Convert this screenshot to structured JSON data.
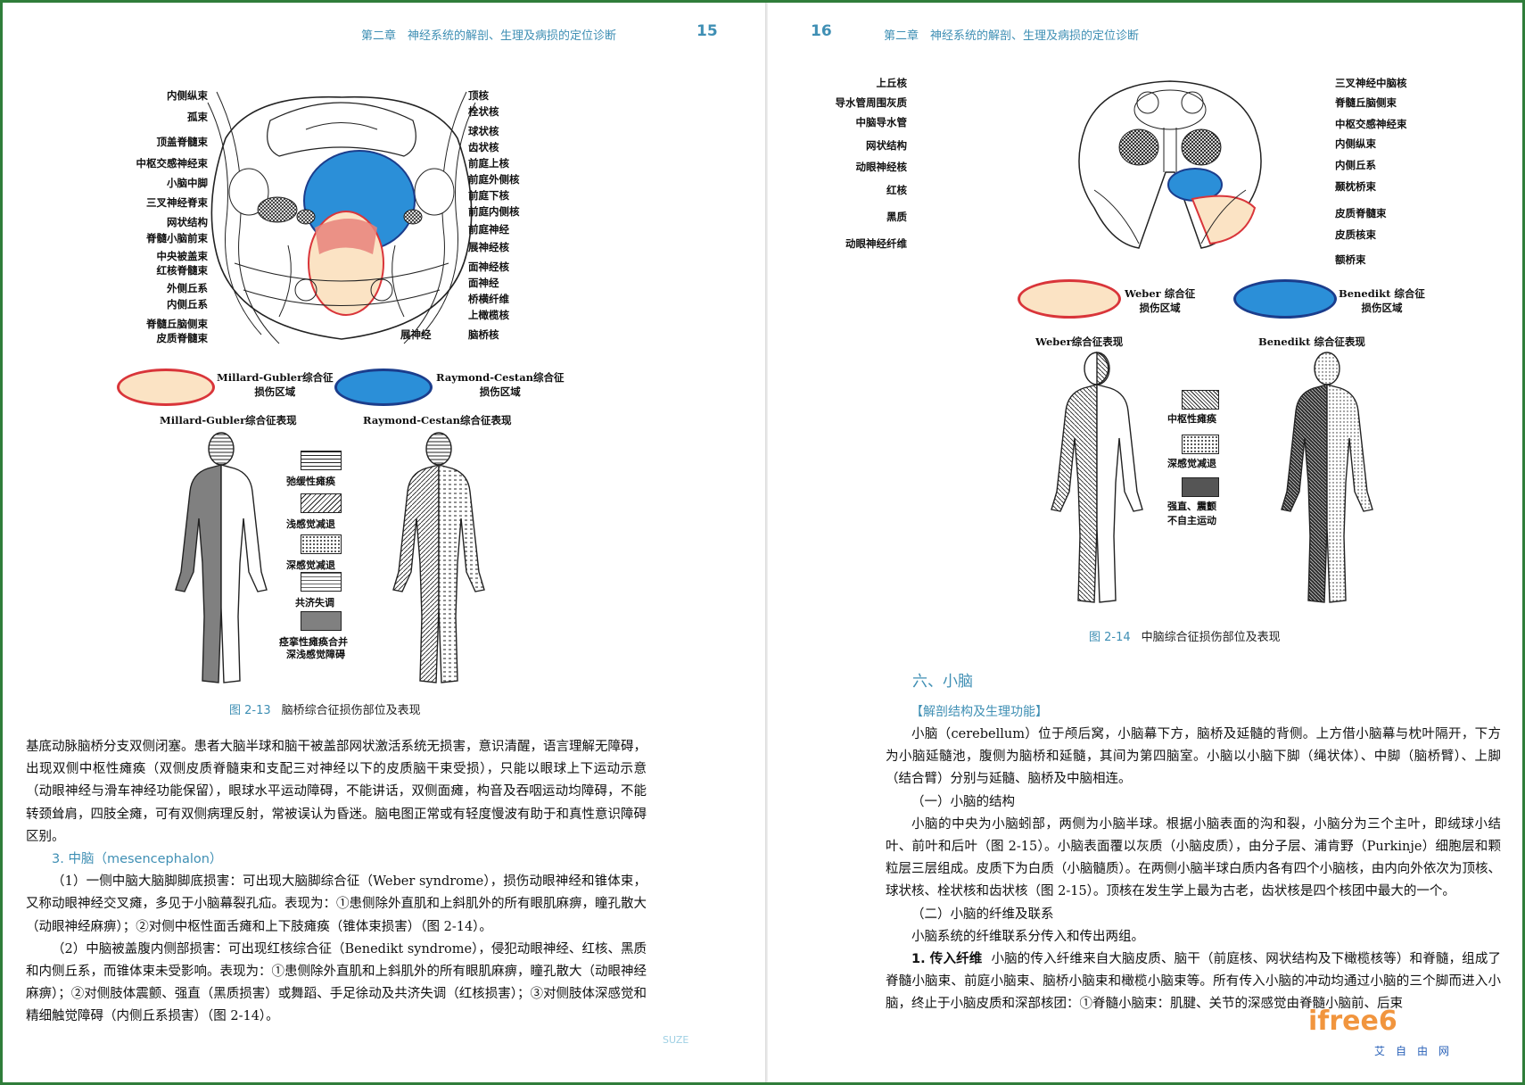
{
  "left": {
    "running_head": "第二章　神经系统的解剖、生理及病损的定位诊断",
    "page_number": "15",
    "fig_labels_left": [
      "内侧纵束",
      "孤束",
      "顶盖脊髓束",
      "中枢交感神经束",
      "小脑中脚",
      "三叉神经脊束",
      "网状结构",
      "脊髓小脑前束",
      "中央被盖束",
      "红核脊髓束",
      "外侧丘系",
      "内侧丘系",
      "脊髓丘脑侧束",
      "皮质脊髓束"
    ],
    "fig_labels_right": [
      "顶核",
      "栓状核",
      "球状核",
      "齿状核",
      "前庭上核",
      "前庭外侧核",
      "前庭下核",
      "前庭内侧核",
      "前庭神经",
      "展神经核",
      "面神经核",
      "面神经",
      "桥横纤维",
      "上橄榄核",
      "脑桥核"
    ],
    "label_abducens": "展神经",
    "zone1": {
      "name": "Millard-Gubler综合征",
      "sub": "损伤区域",
      "color": "#fbe3c4",
      "border": "#d9353a"
    },
    "zone2": {
      "name": "Raymond-Cestan综合征",
      "sub": "损伤区域",
      "color": "#2b8fd8",
      "border": "#1b3d8c"
    },
    "body1_title": "Millard-Gubler综合征表现",
    "body2_title": "Raymond-Cestan综合征表现",
    "legend": [
      "弛缓性瘫痪",
      "浅感觉减退",
      "深感觉减退",
      "共济失调",
      "痉挛性瘫痪合并",
      "深浅感觉障碍"
    ],
    "caption_num": "图 2-13",
    "caption_text": "脑桥综合征损伤部位及表现",
    "para1": "基底动脉脑桥分支双侧闭塞。患者大脑半球和脑干被盖部网状激活系统无损害，意识清醒，语言理解无障碍，出现双侧中枢性瘫痪（双侧皮质脊髓束和支配三对神经以下的皮质脑干束受损），只能以眼球上下运动示意（动眼神经与滑车神经功能保留），眼球水平运动障碍，不能讲话，双侧面瘫，构音及吞咽运动均障碍，不能转颈耸肩，四肢全瘫，可有双侧病理反射，常被误认为昏迷。脑电图正常或有轻度慢波有助于和真性意识障碍区别。",
    "heading3": "3. 中脑（mesencephalon）",
    "para2": "（1）一侧中脑大脑脚脚底损害：可出现大脑脚综合征（Weber syndrome），损伤动眼神经和锥体束，又称动眼神经交叉瘫，多见于小脑幕裂孔疝。表现为：①患侧除外直肌和上斜肌外的所有眼肌麻痹，瞳孔散大（动眼神经麻痹）；②对侧中枢性面舌瘫和上下肢瘫痪（锥体束损害）（图 2-14）。",
    "para3": "（2）中脑被盖腹内侧部损害：可出现红核综合征（Benedikt syndrome），侵犯动眼神经、红核、黑质和内侧丘系，而锥体束未受影响。表现为：①患侧除外直肌和上斜肌外的所有眼肌麻痹，瞳孔散大（动眼神经麻痹）；②对侧肢体震颤、强直（黑质损害）或舞蹈、手足徐动及共济失调（红核损害）；③对侧肢体深感觉和精细触觉障碍（内侧丘系损害）（图 2-14）。",
    "watermark": "SUZE"
  },
  "right": {
    "page_number": "16",
    "running_head": "第二章　神经系统的解剖、生理及病损的定位诊断",
    "fig_labels_left": [
      "上丘核",
      "导水管周围灰质",
      "中脑导水管",
      "网状结构",
      "动眼神经核",
      "红核",
      "黑质",
      "动眼神经纤维"
    ],
    "fig_labels_right": [
      "三叉神经中脑核",
      "脊髓丘脑侧束",
      "中枢交感神经束",
      "内侧纵束",
      "内侧丘系",
      "颞枕桥束",
      "皮质脊髓束",
      "皮质核束",
      "额桥束"
    ],
    "zone1": {
      "name": "Weber 综合征",
      "sub": "损伤区域",
      "color": "#fbe3c4",
      "border": "#d9353a"
    },
    "zone2": {
      "name": "Benedikt 综合征",
      "sub": "损伤区域",
      "color": "#2b8fd8",
      "border": "#1b3d8c"
    },
    "body1_title": "Weber综合征表现",
    "body2_title": "Benedikt 综合征表现",
    "legend": [
      "中枢性瘫痪",
      "深感觉减退",
      "强直、震颤",
      "不自主运动"
    ],
    "caption_num": "图 2-14",
    "caption_text": "中脑综合征损伤部位及表现",
    "section": "六、小脑",
    "subsection": "【解剖结构及生理功能】",
    "p1": "小脑（cerebellum）位于颅后窝，小脑幕下方，脑桥及延髓的背侧。上方借小脑幕与枕叶隔开，下方为小脑延髓池，腹侧为脑桥和延髓，其间为第四脑室。小脑以小脑下脚（绳状体）、中脚（脑桥臂）、上脚（结合臂）分别与延髓、脑桥及中脑相连。",
    "h_struct": "（一）小脑的结构",
    "p2": "小脑的中央为小脑蚓部，两侧为小脑半球。根据小脑表面的沟和裂，小脑分为三个主叶，即绒球小结叶、前叶和后叶（图 2-15）。小脑表面覆以灰质（小脑皮质），由分子层、浦肯野（Purkinje）细胞层和颗粒层三层组成。皮质下为白质（小脑髓质）。在两侧小脑半球白质内各有四个小脑核，由内向外依次为顶核、球状核、栓状核和齿状核（图 2-15）。顶核在发生学上最为古老，齿状核是四个核团中最大的一个。",
    "h_fiber": "（二）小脑的纤维及联系",
    "p3": "小脑系统的纤维联系分传入和传出两组。",
    "p4_lead": "1. 传入纤维",
    "p4": "小脑的传入纤维来自大脑皮质、脑干（前庭核、网状结构及下橄榄核等）和脊髓，组成了脊髓小脑束、前庭小脑束、脑桥小脑束和橄榄小脑束等。所有传入小脑的冲动均通过小脑的三个脚而进入小脑，终止于小脑皮质和深部核团：①脊髓小脑束：肌腱、关节的深感觉由脊髓小脑前、后束",
    "watermark": "ifree6",
    "watermark_sub": "艾　自　由　网"
  }
}
